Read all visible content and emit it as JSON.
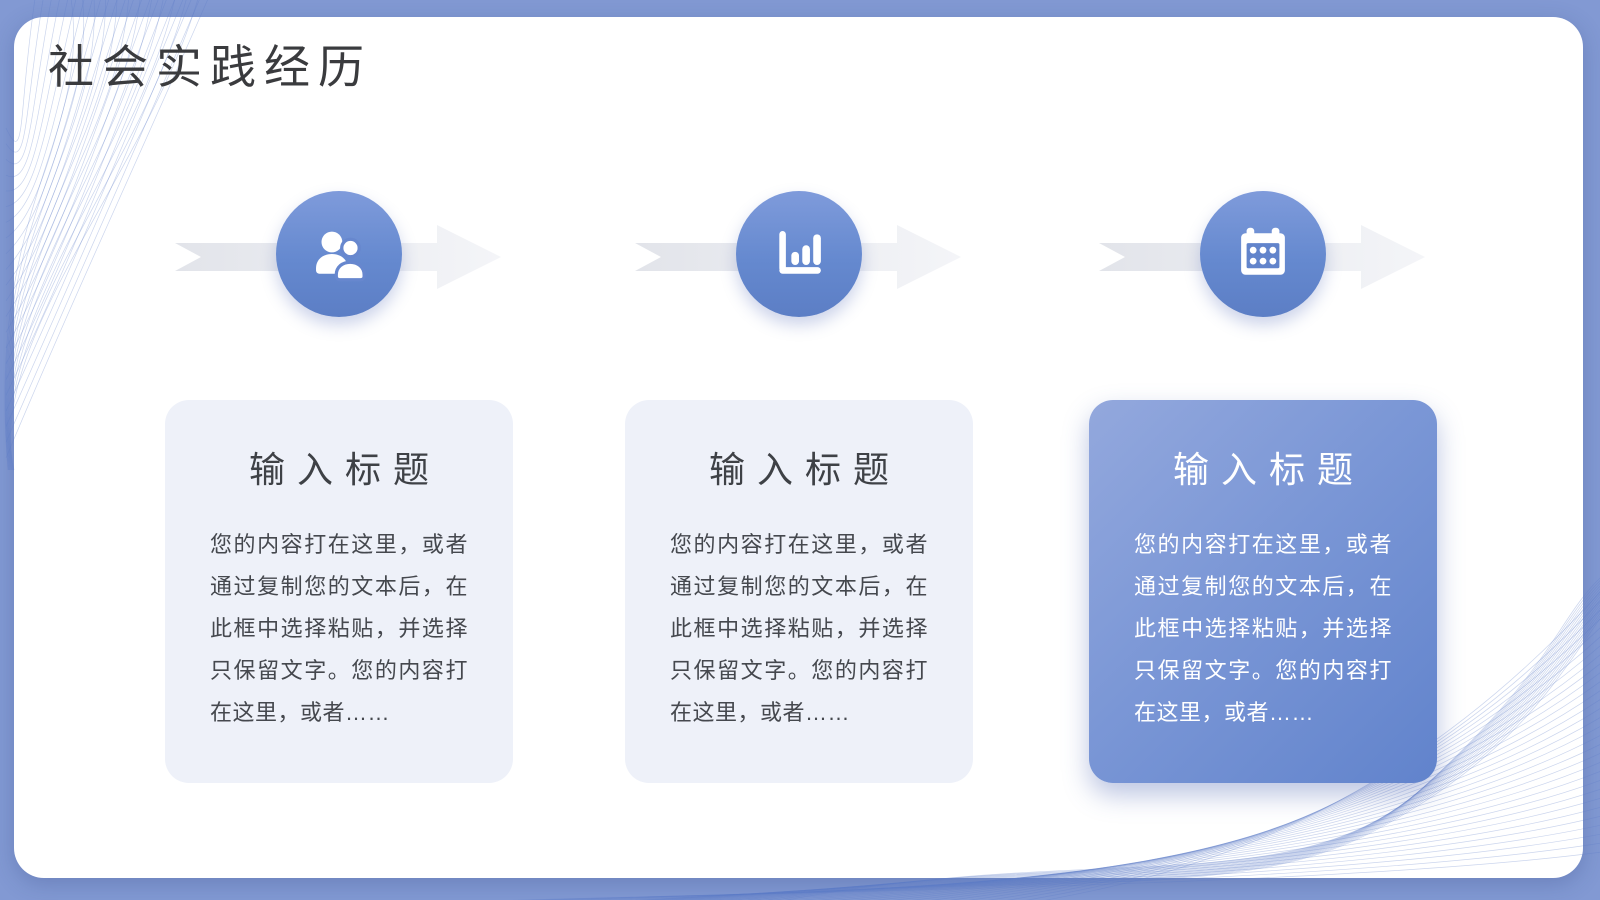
{
  "slide": {
    "title": "社会实践经历"
  },
  "steps": [
    {
      "icon": "users-icon",
      "title": "输入标题",
      "body": "您的内容打在这里，或者通过复制您的文本后，在此框中选择粘贴，并选择只保留文字。您的内容打在这里，或者……",
      "highlighted": false
    },
    {
      "icon": "bar-chart-icon",
      "title": "输入标题",
      "body": "您的内容打在这里，或者通过复制您的文本后，在此框中选择粘贴，并选择只保留文字。您的内容打在这里，或者……",
      "highlighted": false
    },
    {
      "icon": "calendar-icon",
      "title": "输入标题",
      "body": "您的内容打在这里，或者通过复制您的文本后，在此框中选择粘贴，并选择只保留文字。您的内容打在这里，或者……",
      "highlighted": true
    }
  ],
  "colors": {
    "outer_background": "#8299d3",
    "slide_background": "#ffffff",
    "title_text": "#3a3b3e",
    "card_light_background": "#eef1f9",
    "card_highlight_gradient_start": "#93a8dd",
    "card_highlight_gradient_end": "#6183cc",
    "circle_gradient_top": "#7f9bdb",
    "circle_gradient_bottom": "#5c7ec5",
    "arrow_gray": "#e4e6eb",
    "body_text": "#45484e"
  }
}
